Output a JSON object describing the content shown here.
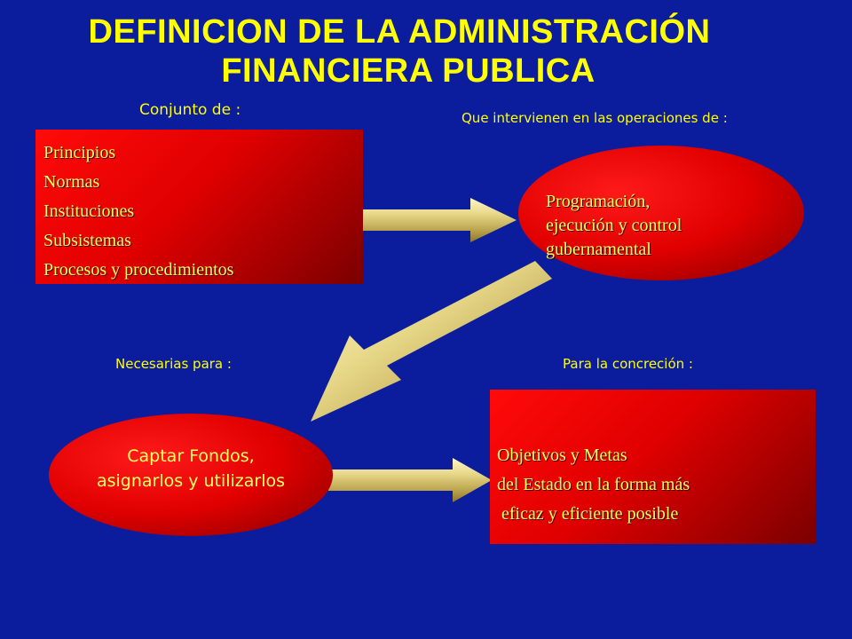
{
  "title": {
    "line1": "DEFINICION DE LA ADMINISTRACIÓN",
    "line2": "FINANCIERA PUBLICA"
  },
  "captions": {
    "conjunto": "Conjunto de :",
    "intervienen": "Que intervienen en las operaciones de :",
    "necesarias": "Necesarias para :",
    "concrecion": "Para la concreción :"
  },
  "nodes": {
    "principios": [
      "Principios",
      "Normas",
      "Instituciones",
      "Subsistemas",
      "Procesos y procedimientos"
    ],
    "programacion": [
      "Programación,",
      "ejecución y control",
      "gubernamental"
    ],
    "captar": [
      "Captar Fondos,",
      "asignarlos y utilizarlos"
    ],
    "objetivos": [
      "Objetivos y Metas",
      "del Estado en la forma más",
      " eficaz y eficiente posible"
    ]
  },
  "colors": {
    "background": "#0b1d9c",
    "title": "#ffff00",
    "node_fill": "#e00000",
    "arrow": "#e8d98a"
  }
}
